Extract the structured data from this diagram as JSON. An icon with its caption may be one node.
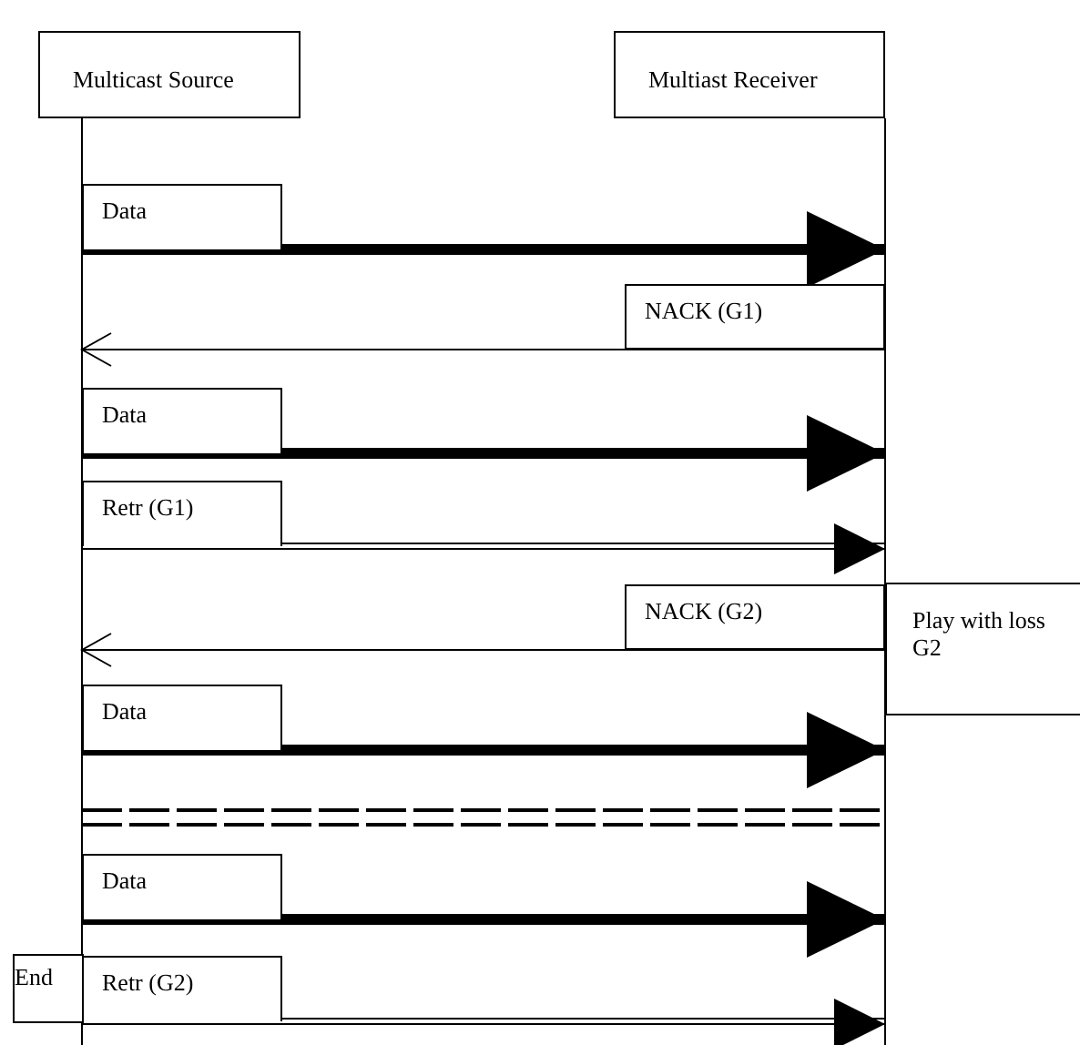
{
  "diagram": {
    "nodes": [
      {
        "text": [
          "Multicast Source"
        ]
      },
      {
        "text": [
          "Multiast Receiver"
        ]
      },
      {
        "text": [
          "Play with loss G2"
        ]
      },
      {
        "text": [
          "End"
        ]
      }
    ],
    "edges": [
      {
        "from": 0,
        "to": 1,
        "arrow": "to",
        "label": "Data",
        "style": "thick"
      },
      {
        "from": 1,
        "to": 0,
        "arrow": "to",
        "label": "NACK (G1)"
      },
      {
        "from": 0,
        "to": 1,
        "arrow": "to",
        "label": "Data",
        "style": "thick"
      },
      {
        "from": 0,
        "to": 1,
        "arrow": "to",
        "label": "Retr (G1)"
      },
      {
        "from": 1,
        "to": 0,
        "arrow": "to",
        "label": "NACK (G2)"
      },
      {
        "from": 0,
        "to": 1,
        "arrow": "to",
        "label": "Data",
        "style": "thick"
      },
      {
        "from": 0,
        "to": 1,
        "arrow": "none",
        "style": "dashed"
      },
      {
        "from": 0,
        "to": 1,
        "arrow": "to",
        "label": "Data",
        "style": "thick"
      },
      {
        "from": 0,
        "to": 1,
        "arrow": "to",
        "label": "Retr (G2)"
      }
    ]
  }
}
